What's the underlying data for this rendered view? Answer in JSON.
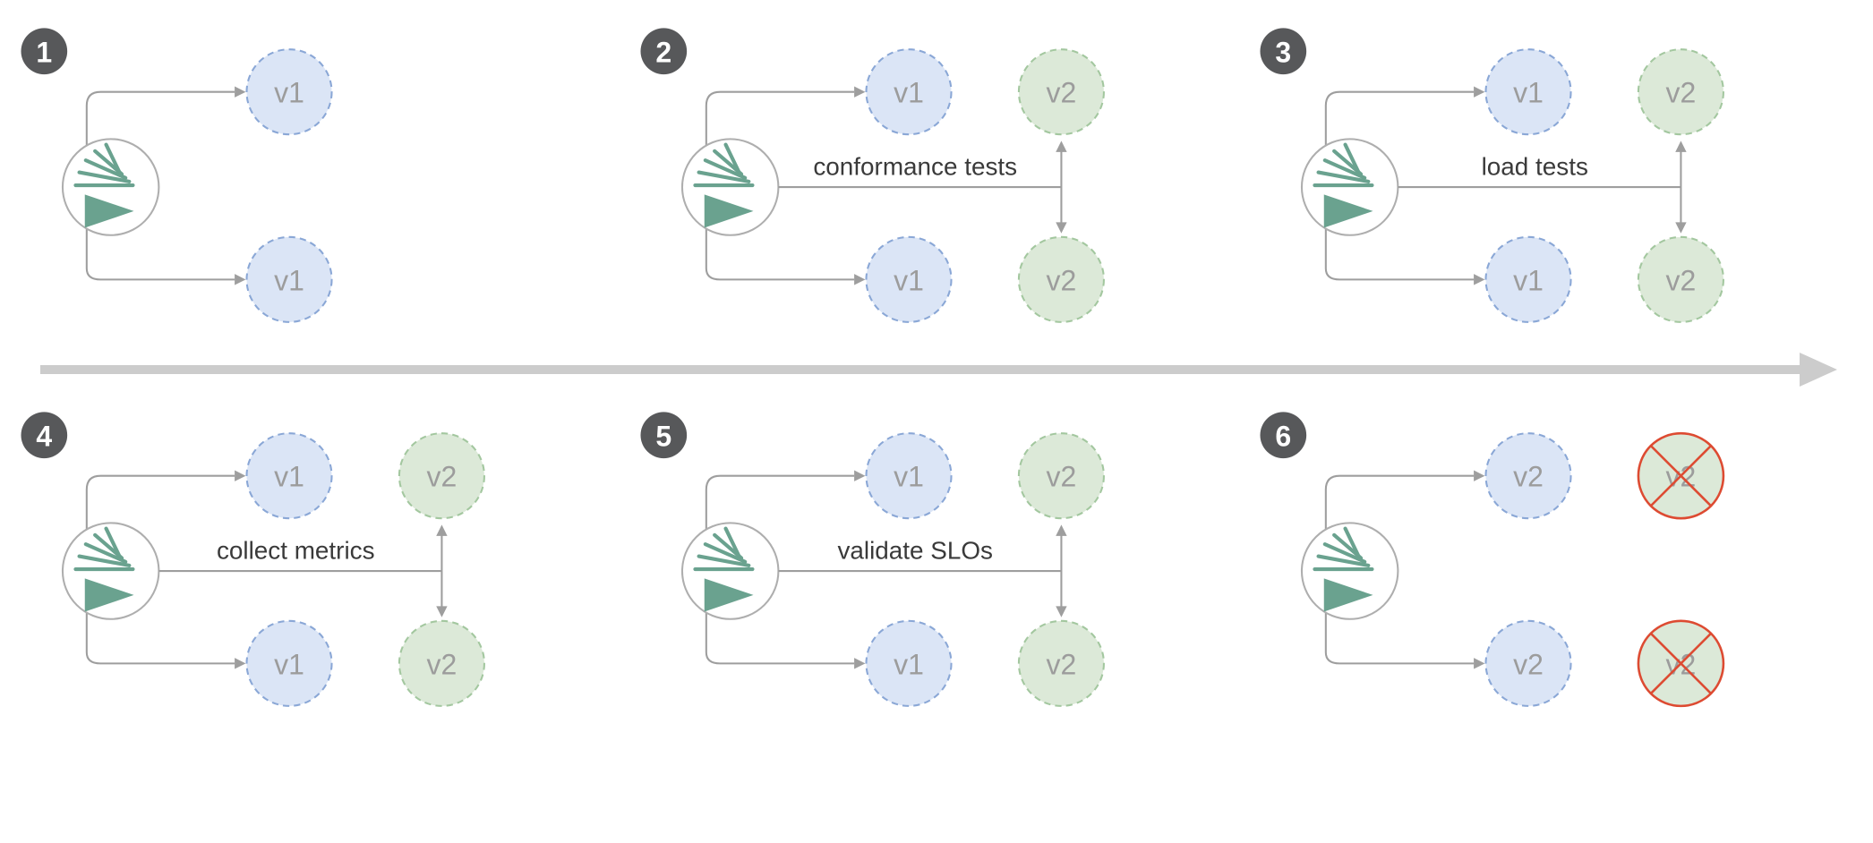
{
  "panels": [
    {
      "number": "1",
      "top_left": "v1",
      "bottom_left": "v1",
      "label": ""
    },
    {
      "number": "2",
      "top_left": "v1",
      "bottom_left": "v1",
      "top_right": "v2",
      "bottom_right": "v2",
      "label": "conformance tests"
    },
    {
      "number": "3",
      "top_left": "v1",
      "bottom_left": "v1",
      "top_right": "v2",
      "bottom_right": "v2",
      "label": "load tests"
    },
    {
      "number": "4",
      "top_left": "v1",
      "bottom_left": "v1",
      "top_right": "v2",
      "bottom_right": "v2",
      "label": "collect metrics"
    },
    {
      "number": "5",
      "top_left": "v1",
      "bottom_left": "v1",
      "top_right": "v2",
      "bottom_right": "v2",
      "label": "validate SLOs"
    },
    {
      "number": "6",
      "top_left": "v2",
      "bottom_left": "v2",
      "top_right": "v2",
      "bottom_right": "v2",
      "label": ""
    }
  ],
  "colors": {
    "badge": "#57585a",
    "blue-fill": "#dbe5f6",
    "blue-border": "#8aa7d6",
    "green-fill": "#dce9d8",
    "green-border": "#a3c79f",
    "logo-teal": "#6aa28f",
    "connector": "#9e9e9e",
    "label-text": "#3a3a3a",
    "version-text": "#9c9c9c",
    "red-cross": "#dd4b32",
    "timeline": "#cccccc"
  }
}
